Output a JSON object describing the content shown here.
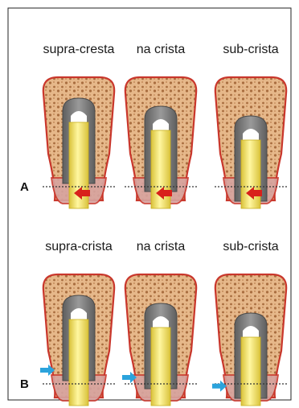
{
  "figure": {
    "panels": [
      {
        "letter": "A",
        "arrow_type": "red-inward-arrow",
        "items": [
          {
            "label": "supra-cresta",
            "implant_level": "supra-crestal"
          },
          {
            "label": "na crista",
            "implant_level": "crestal"
          },
          {
            "label": "sub-crista",
            "implant_level": "sub-crestal"
          }
        ]
      },
      {
        "letter": "B",
        "arrow_type": "blue-pointer-arrow",
        "items": [
          {
            "label": "supra-crista",
            "implant_level": "supra-crestal"
          },
          {
            "label": "na crista",
            "implant_level": "crestal"
          },
          {
            "label": "sub-crista",
            "implant_level": "sub-crestal"
          }
        ]
      }
    ],
    "colors": {
      "bone": "#e6b88a",
      "bone_dots": "#a86d3f",
      "cortical_border": "#c9372c",
      "soft_tissue": "#d7a4a0",
      "implant_gray": "#7d7d7d",
      "implant_inner": "#ffffff",
      "abutment_yellow": "#f4e45c",
      "red_arrow": "#d8201b",
      "blue_arrow": "#2ba3dc",
      "crest_line": "#333333"
    }
  }
}
